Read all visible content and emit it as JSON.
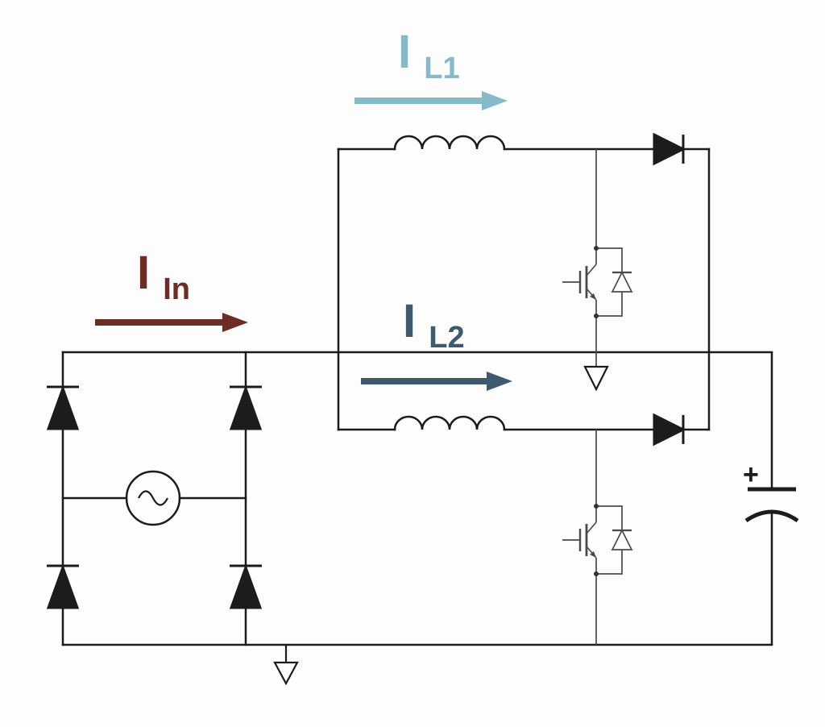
{
  "colors": {
    "wire": "#1c1c1c",
    "detail": "#4a4a4a",
    "il1": "#86b9c9",
    "il2": "#3e5a6e",
    "iin": "#6b2d24",
    "background": "#fdfdfd"
  },
  "labels": {
    "il1": {
      "main": "I",
      "sub": "L1"
    },
    "il2": {
      "main": "I",
      "sub": "L2"
    },
    "iin": {
      "main": "I",
      "sub": "In"
    },
    "cap_plus": "+"
  }
}
